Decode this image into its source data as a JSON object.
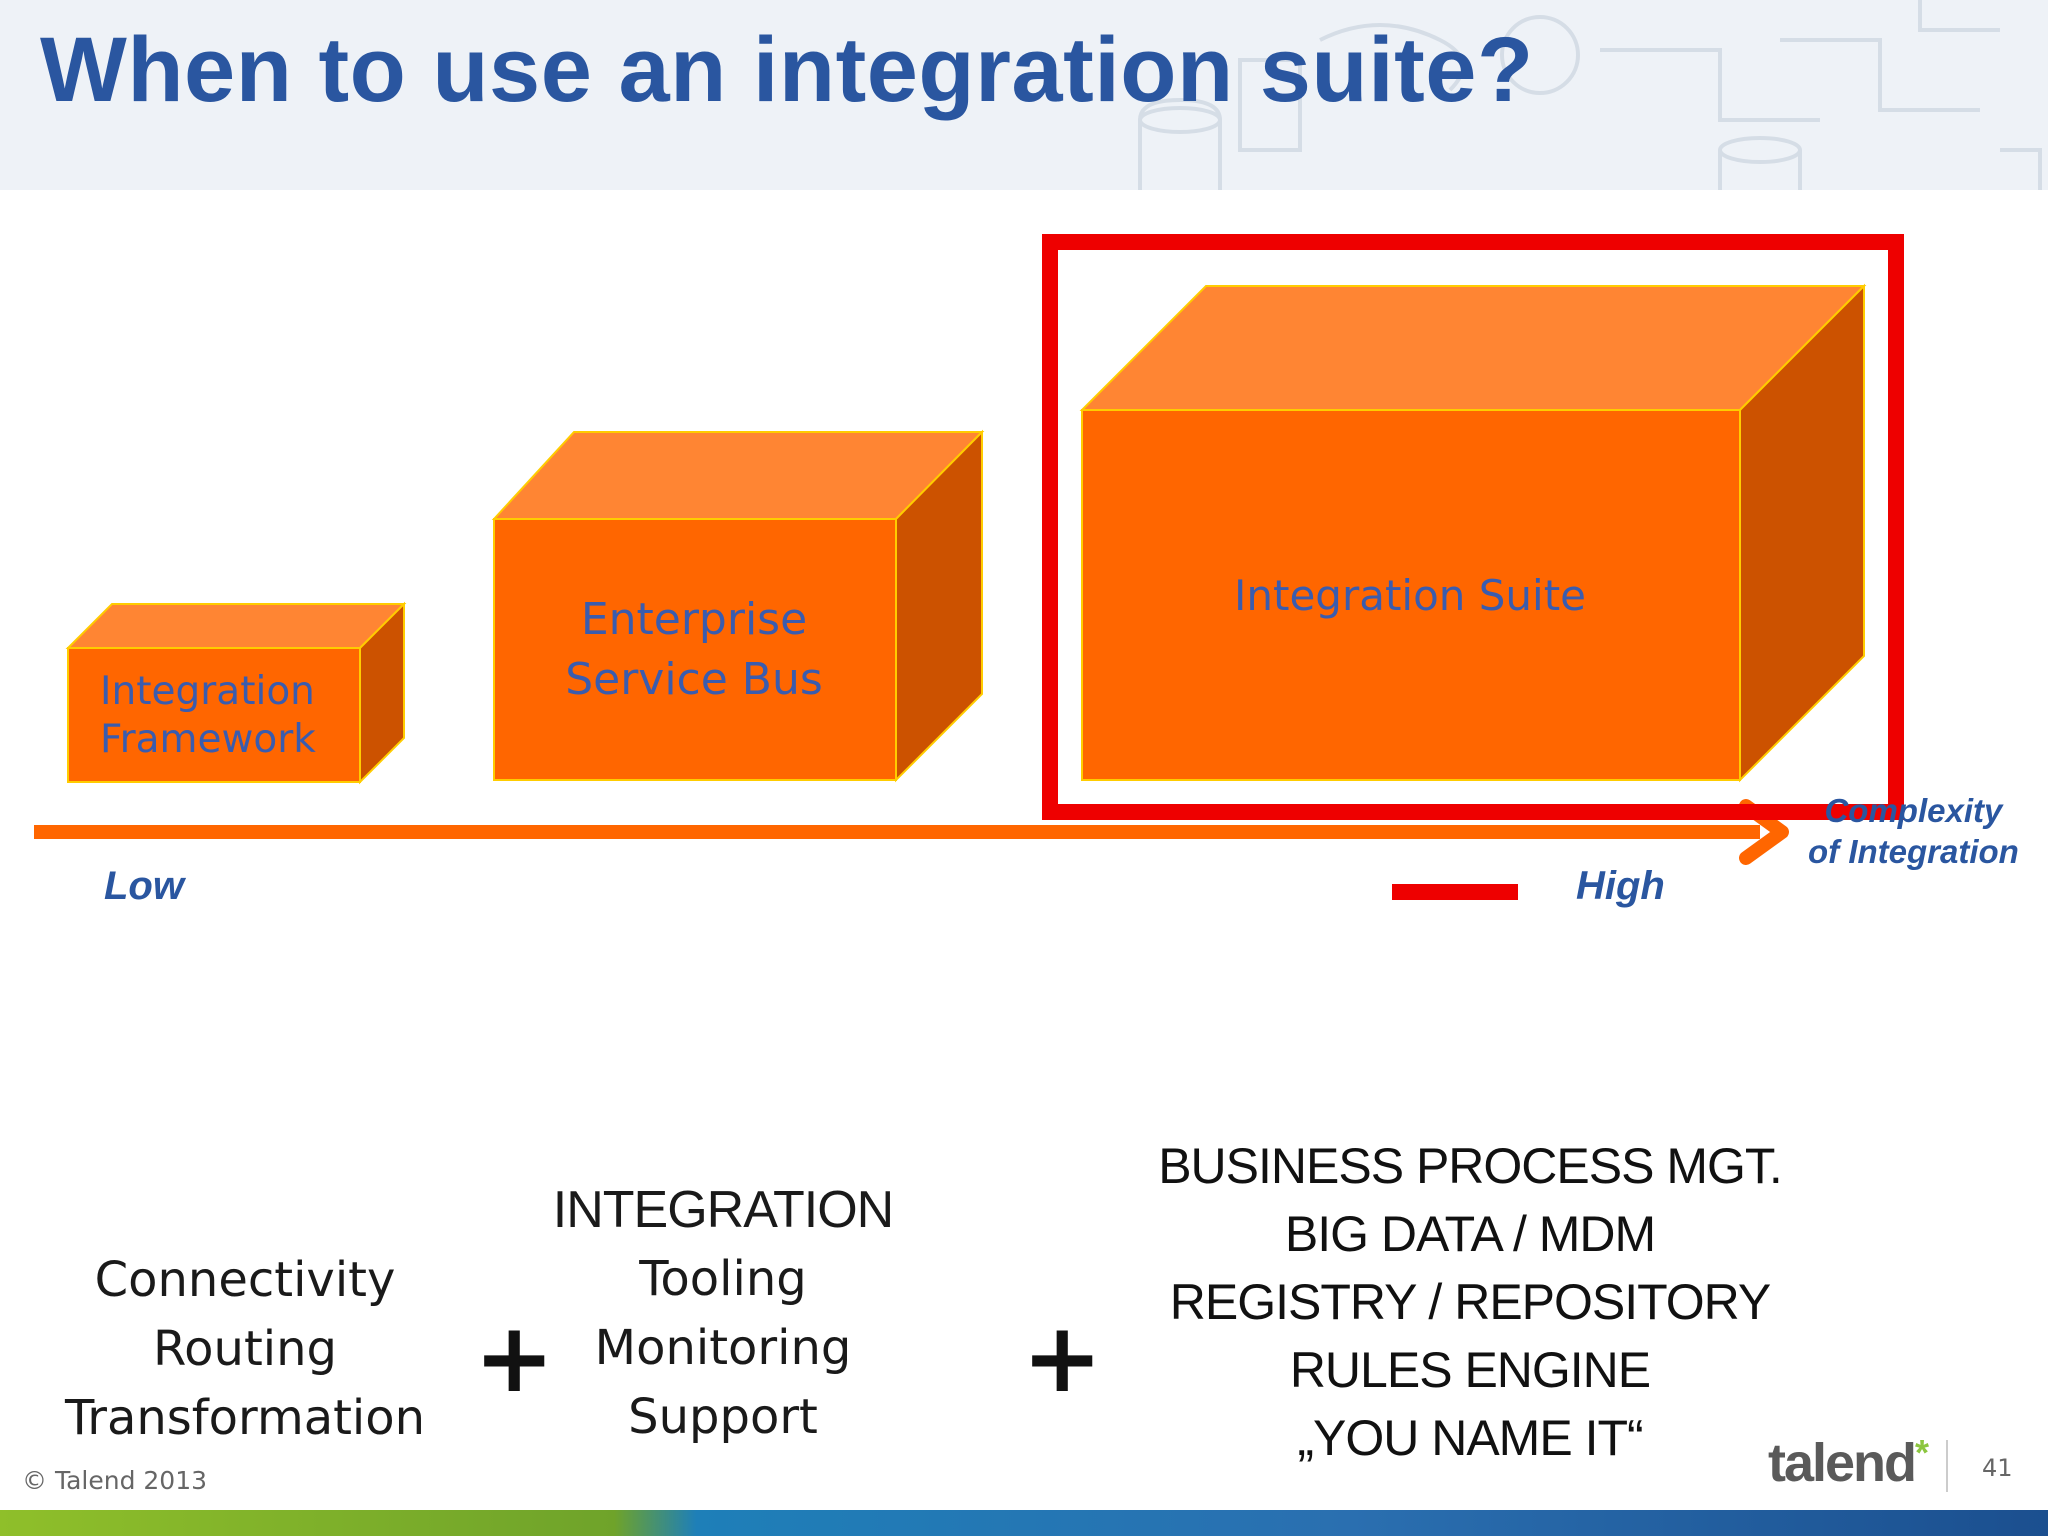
{
  "slide": {
    "title": "When to use an integration suite?",
    "copyright": "© Talend 2013",
    "logo_text": "talend",
    "logo_mark": "*",
    "page_number": "41"
  },
  "diagram": {
    "boxes": [
      {
        "label_lines": [
          "Integration",
          "Framework"
        ]
      },
      {
        "label_lines": [
          "Enterprise",
          "Service Bus"
        ]
      },
      {
        "label_lines": [
          "Integration Suite"
        ]
      }
    ],
    "axis": {
      "low_label": "Low",
      "high_label": "High",
      "end_label_line1": "Complexity",
      "end_label_line2": "of Integration"
    },
    "colors": {
      "box_front": "#ff6600",
      "box_top": "#ff8533",
      "box_side": "#cc5200",
      "box_outline": "#ffcc00",
      "axis": "#ff6600",
      "highlight": "#ee0000",
      "title": "#2a56a0"
    }
  },
  "bottom": {
    "col1": [
      "Connectivity",
      "Routing",
      "Transformation"
    ],
    "plus_symbol": "+",
    "col2": [
      "INTEGRATION",
      "Tooling",
      "Monitoring",
      "Support"
    ],
    "col3": [
      "BUSINESS PROCESS MGT.",
      "BIG DATA / MDM",
      "REGISTRY / REPOSITORY",
      "RULES ENGINE",
      "„YOU NAME IT“"
    ]
  }
}
